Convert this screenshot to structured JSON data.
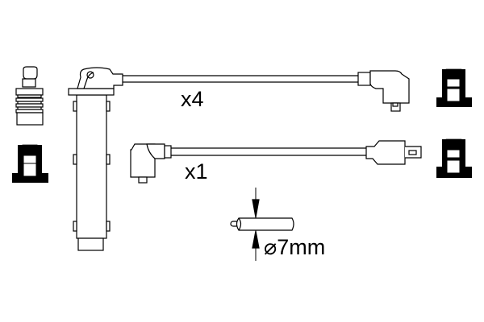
{
  "diagram": {
    "subject": "ignition cable set",
    "labels": {
      "quantity_long_cable": "x4",
      "quantity_short_cable": "x1",
      "cable_diameter": "⌀7mm"
    },
    "colors": {
      "line": "#000000",
      "background": "#ffffff"
    },
    "parts": [
      {
        "name": "spark-plug-boot",
        "position": "left-top"
      },
      {
        "name": "rubber-seal-left",
        "position": "left-middle"
      },
      {
        "name": "long-cable-with-tube-boot",
        "quantity_label": "x4"
      },
      {
        "name": "short-cable-angled-boot",
        "quantity_label": "x1"
      },
      {
        "name": "rubber-seal-right-top",
        "position": "right-top"
      },
      {
        "name": "rubber-seal-right-bottom",
        "position": "right-middle"
      },
      {
        "name": "cable-cross-section",
        "dimension": "⌀7mm"
      }
    ]
  }
}
